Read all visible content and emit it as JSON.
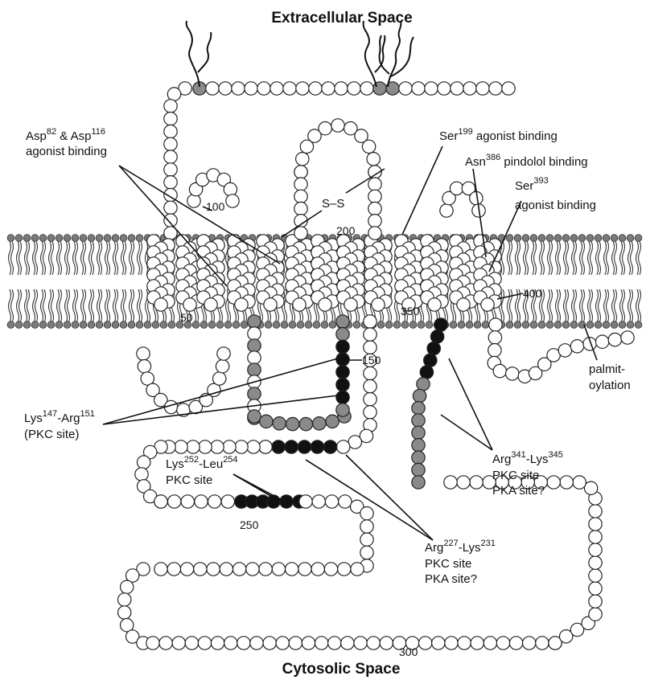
{
  "labels": {
    "top_title": "Extracellular Space",
    "bottom_title": "Cytosolic Space",
    "asp_line1": "Asp82 & Asp116",
    "asp_line2": "agonist binding",
    "ser199": "Ser199 agonist binding",
    "asn386": "Asn386 pindolol binding",
    "ser393_line1": "Ser393",
    "ser393_line2": "agonist binding",
    "ss": "S–S",
    "lys147_line1": "Lys147-Arg151",
    "lys147_line2": "(PKC site)",
    "lys252_line1": "Lys252-Leu254",
    "lys252_line2": "PKC site",
    "arg341_line1": "Arg341-Lys345",
    "arg341_line2": "PKC site",
    "arg341_line3": "PKA site?",
    "arg227_line1": "Arg227-Lys231",
    "arg227_line2": "PKC site",
    "arg227_line3": "PKA site?",
    "palmit_line1": "palmit-",
    "palmit_line2": "oylation"
  },
  "residue_numbers": [
    "50",
    "100",
    "150",
    "200",
    "250",
    "300",
    "350",
    "400"
  ],
  "colors": {
    "residue_fill": "#ffffff",
    "grey_residue": "#8a8a8a",
    "black_residue": "#111111",
    "outline": "#222222",
    "lipid_head": "#7a7a7a"
  }
}
